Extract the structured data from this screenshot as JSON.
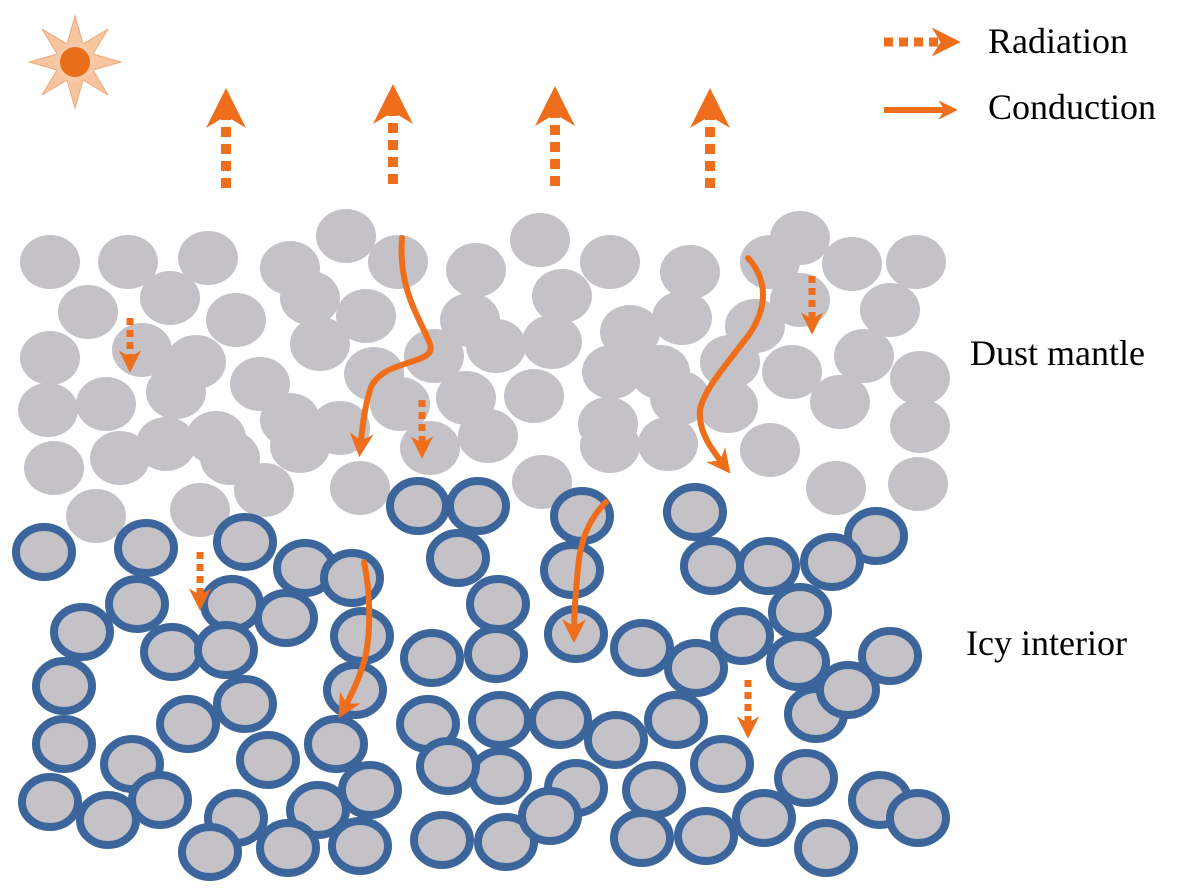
{
  "legend": {
    "radiation_label": "Radiation",
    "conduction_label": "Conduction"
  },
  "layers": {
    "dust_label": "Dust mantle",
    "icy_label": "Icy interior"
  },
  "colors": {
    "arrow": "#ee6e1c",
    "dust_grain": "#c4c2c6",
    "ice_rim": "#3b659b",
    "sun_core": "#ea6d18",
    "sun_rays": "#f6c49e"
  },
  "icons": {
    "sun": "sun-icon"
  }
}
